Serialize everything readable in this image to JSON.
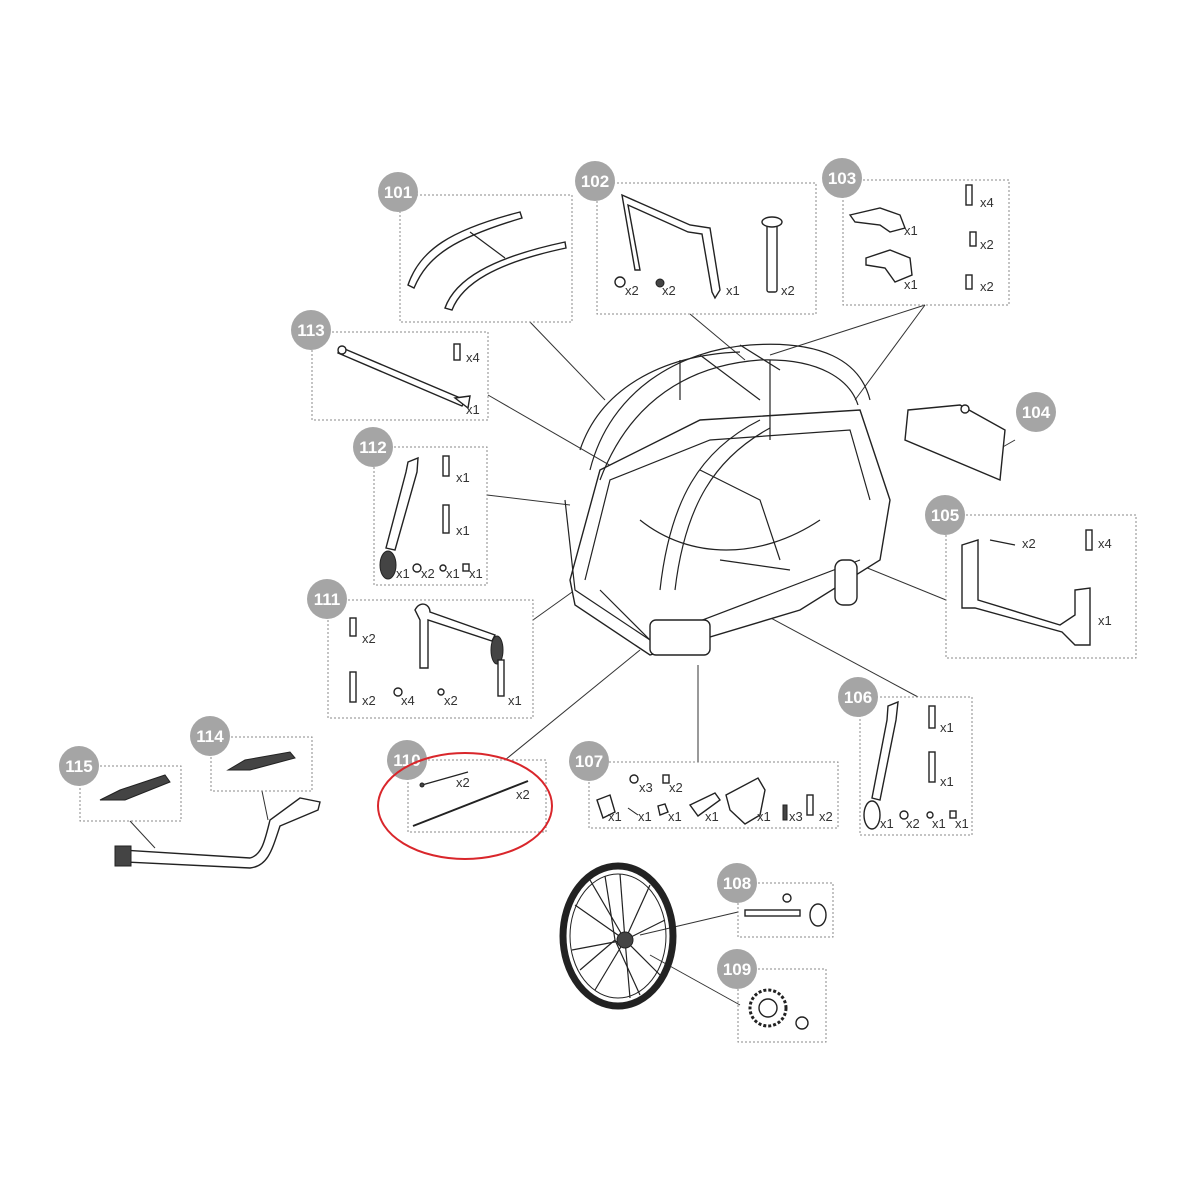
{
  "diagram_title": "",
  "highlight_color": "#d9262b",
  "badge_color": "#a5a5a5",
  "parts": {
    "p101": {
      "number": "101",
      "qty": []
    },
    "p102": {
      "number": "102",
      "qty": [
        "x2",
        "x2",
        "x1",
        "x2"
      ]
    },
    "p103": {
      "number": "103",
      "qty": [
        "x1",
        "x1",
        "x4",
        "x2",
        "x2"
      ]
    },
    "p104": {
      "number": "104",
      "qty": []
    },
    "p105": {
      "number": "105",
      "qty": [
        "x2",
        "x4",
        "x1"
      ]
    },
    "p106": {
      "number": "106",
      "qty": [
        "x1",
        "x1",
        "x1",
        "x2",
        "x1",
        "x1"
      ]
    },
    "p107": {
      "number": "107",
      "qty": [
        "x3",
        "x2",
        "x1",
        "x1",
        "x1",
        "x1",
        "x1",
        "x3",
        "x2"
      ]
    },
    "p108": {
      "number": "108",
      "qty": []
    },
    "p109": {
      "number": "109",
      "qty": []
    },
    "p110": {
      "number": "110",
      "qty": [
        "x2",
        "x2"
      ]
    },
    "p111": {
      "number": "111",
      "qty": [
        "x2",
        "x2",
        "x4",
        "x2",
        "x1"
      ]
    },
    "p112": {
      "number": "112",
      "qty": [
        "x1",
        "x1",
        "x1",
        "x2",
        "x1",
        "x1"
      ]
    },
    "p113": {
      "number": "113",
      "qty": [
        "x4",
        "x1"
      ]
    },
    "p114": {
      "number": "114",
      "qty": []
    },
    "p115": {
      "number": "115",
      "qty": []
    }
  }
}
